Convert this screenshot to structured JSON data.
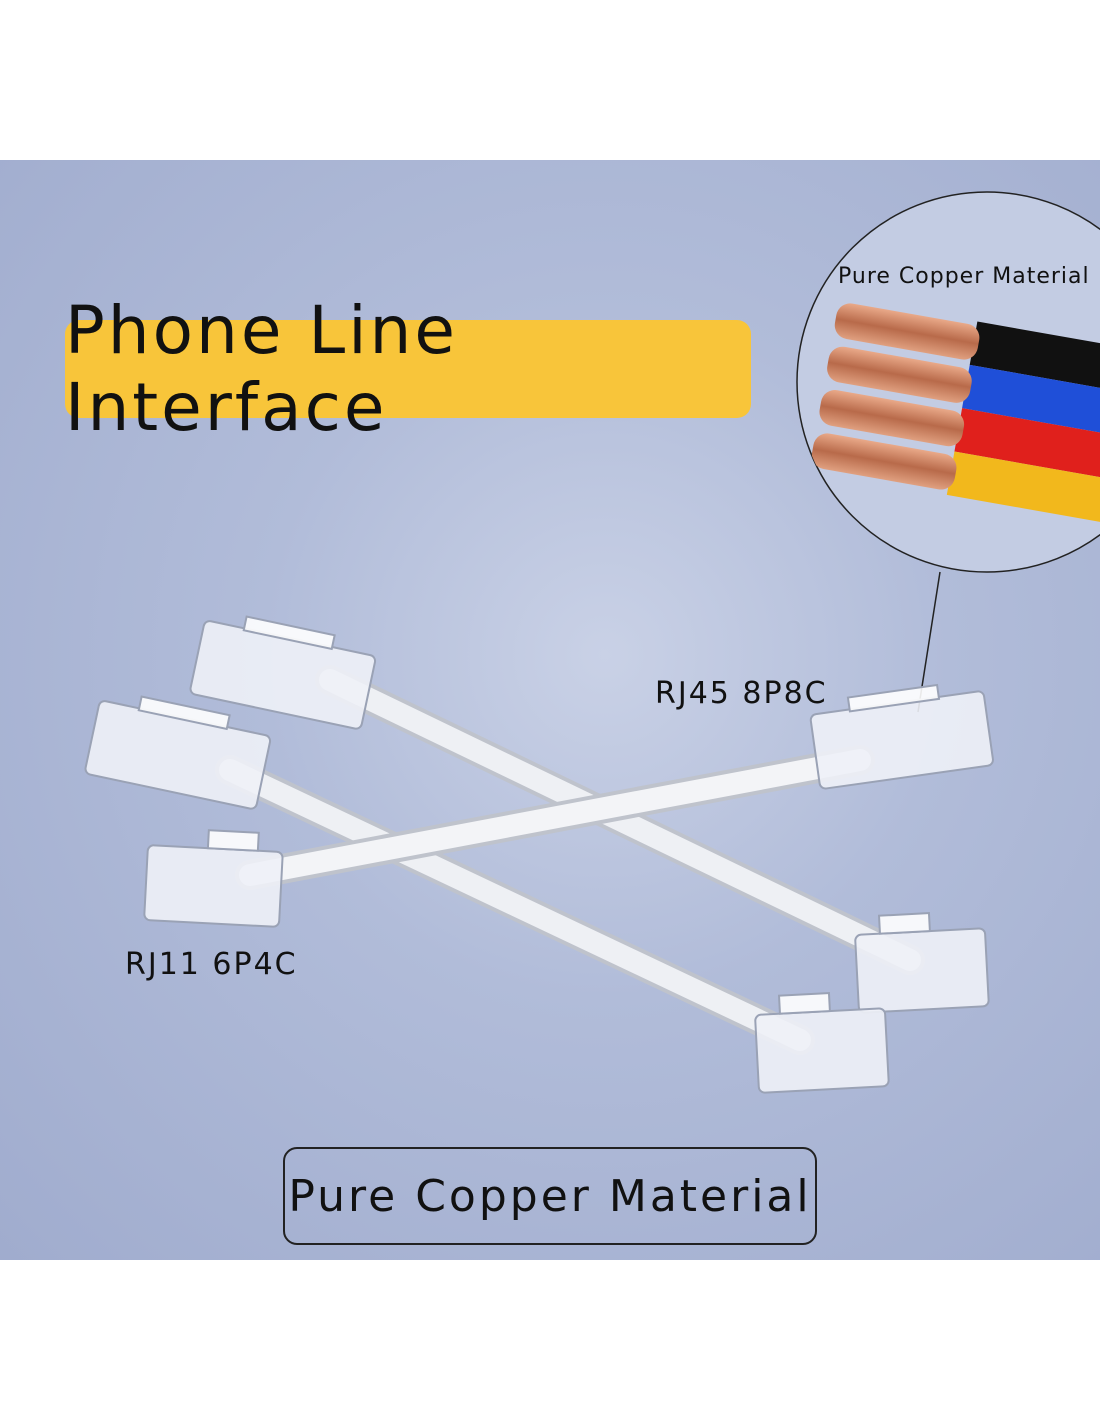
{
  "title": "Phone Line Interface",
  "circle_label": "Pure Copper Material",
  "labels": {
    "rj45": "RJ45 8P8C",
    "rj11": "RJ11 6P4C"
  },
  "bottom_label": "Pure Copper Material",
  "colors": {
    "accent": "#f8c53a",
    "background": "#a9b5d4",
    "wires": [
      "#111111",
      "#1f4fd8",
      "#e0201c",
      "#f2b81c"
    ]
  }
}
